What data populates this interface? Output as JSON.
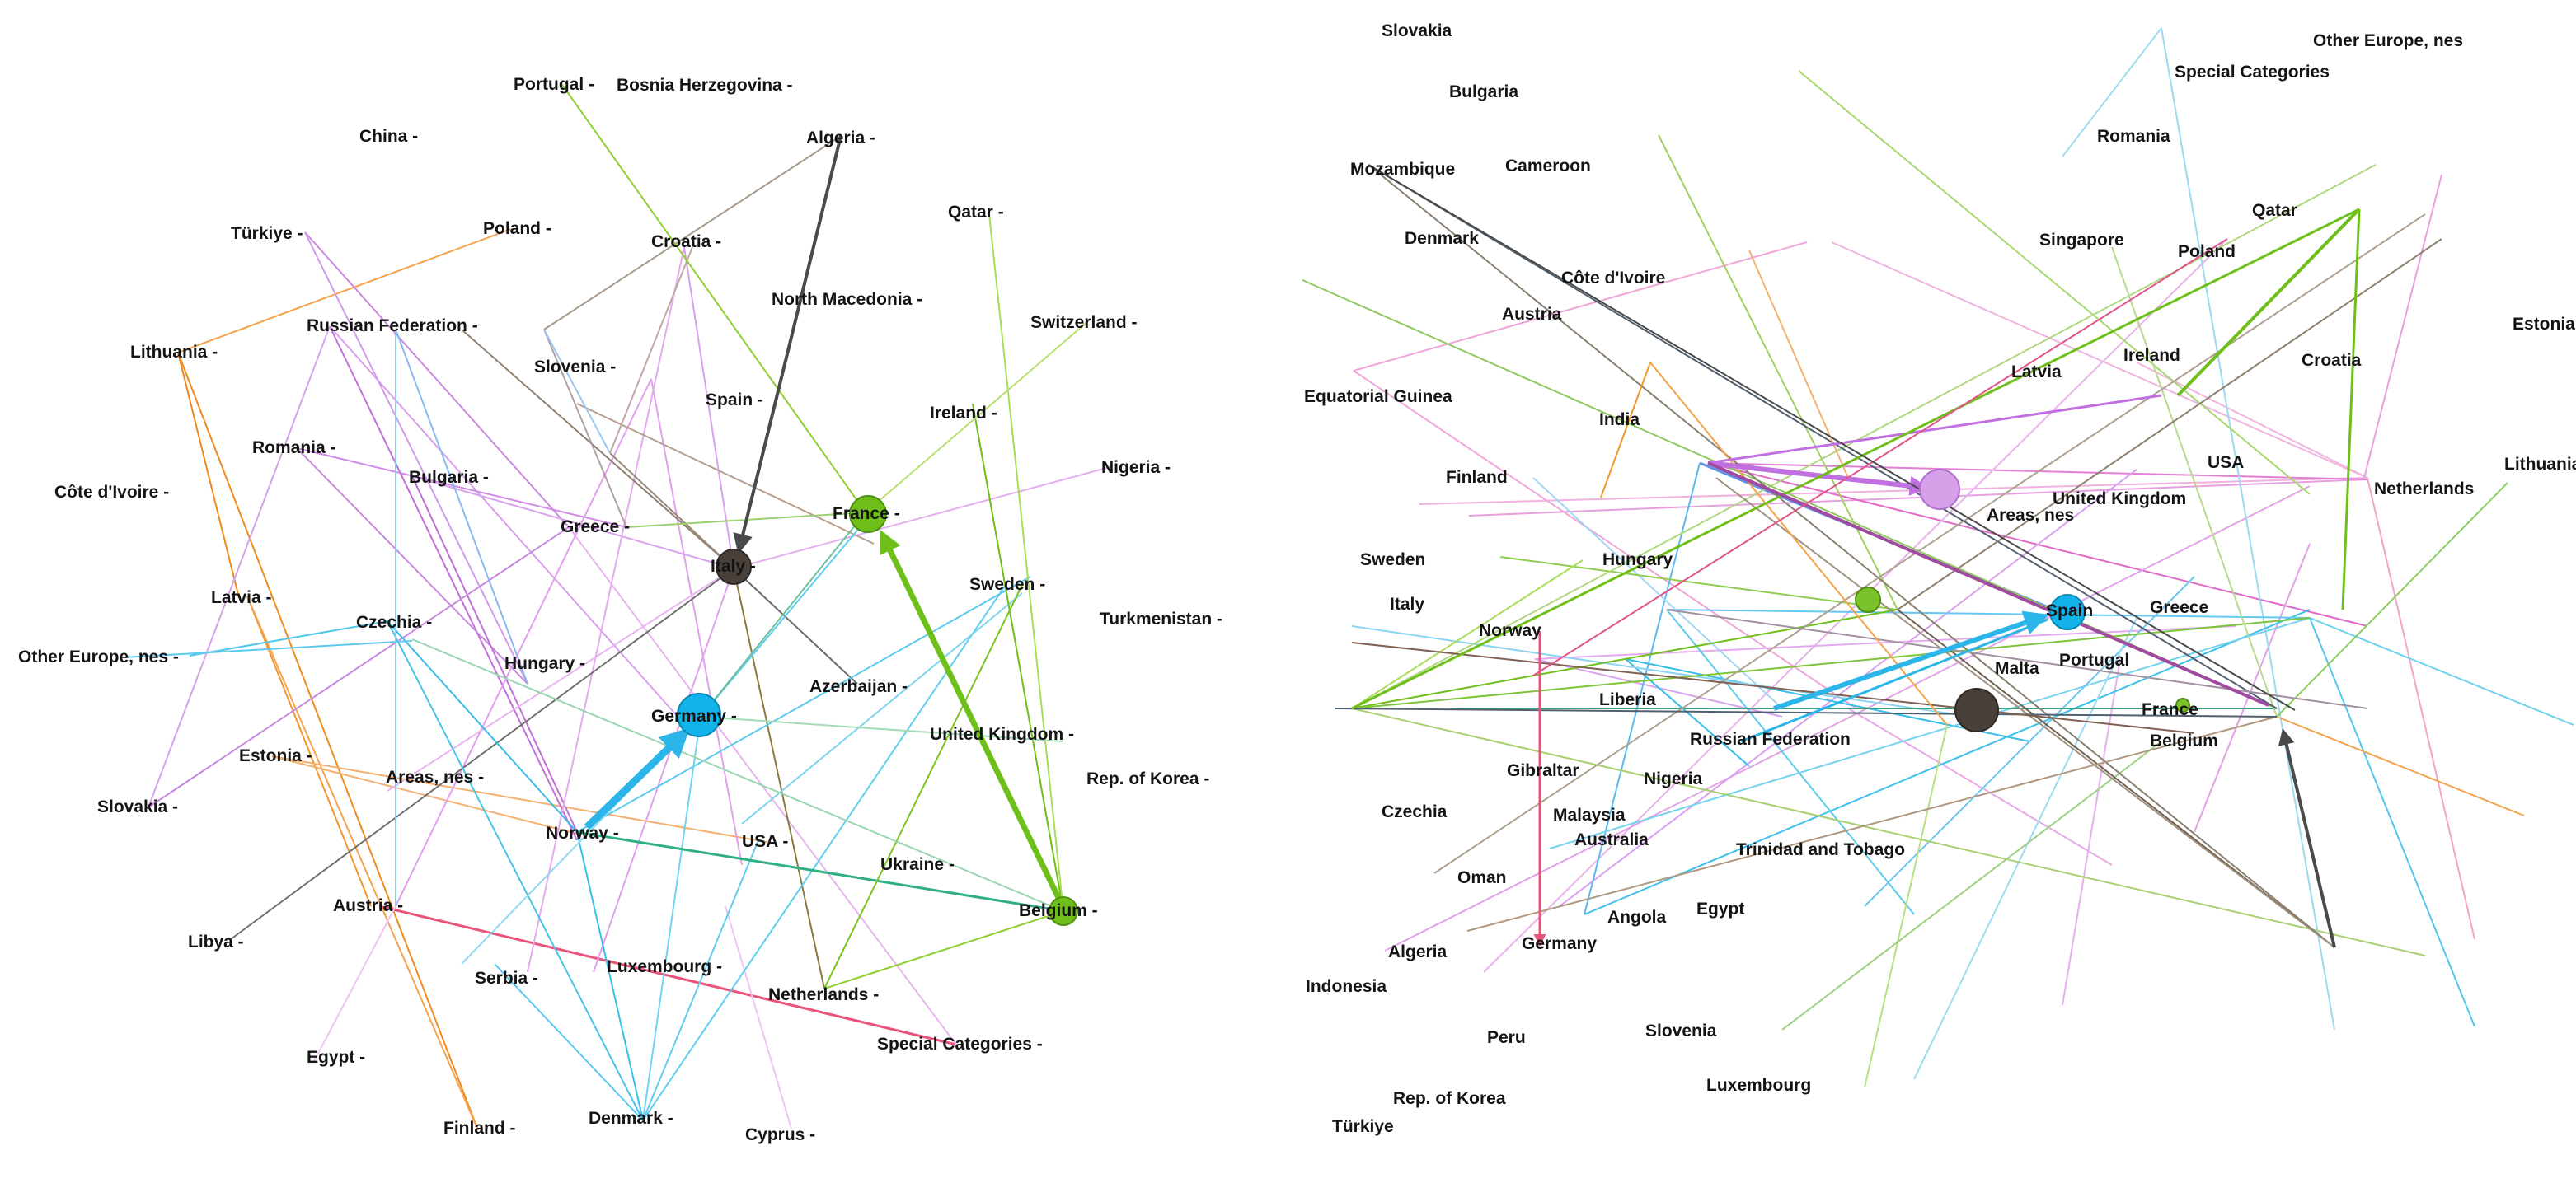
{
  "left_network": {
    "nodes": [
      {
        "id": "Portugal",
        "label": "Portugal -"
      },
      {
        "id": "Bosnia",
        "label": "Bosnia Herzegovina -"
      },
      {
        "id": "China",
        "label": "China -"
      },
      {
        "id": "Algeria",
        "label": "Algeria -"
      },
      {
        "id": "Qatar",
        "label": "Qatar -"
      },
      {
        "id": "Turkiye",
        "label": "Türkiye -"
      },
      {
        "id": "Poland",
        "label": "Poland -"
      },
      {
        "id": "Croatia",
        "label": "Croatia -"
      },
      {
        "id": "NorthMacedonia",
        "label": "North Macedonia -"
      },
      {
        "id": "Switzerland",
        "label": "Switzerland -"
      },
      {
        "id": "Lithuania",
        "label": "Lithuania -"
      },
      {
        "id": "RussianFederation",
        "label": "Russian Federation -"
      },
      {
        "id": "Slovenia",
        "label": "Slovenia -"
      },
      {
        "id": "Spain",
        "label": "Spain -"
      },
      {
        "id": "Ireland",
        "label": "Ireland -"
      },
      {
        "id": "Romania",
        "label": "Romania -"
      },
      {
        "id": "Bulgaria",
        "label": "Bulgaria -"
      },
      {
        "id": "Nigeria",
        "label": "Nigeria -"
      },
      {
        "id": "CotedIvoire",
        "label": "Côte d'Ivoire -"
      },
      {
        "id": "France",
        "label": "France -"
      },
      {
        "id": "Greece",
        "label": "Greece -"
      },
      {
        "id": "Italy",
        "label": "Italy -"
      },
      {
        "id": "Sweden",
        "label": "Sweden -"
      },
      {
        "id": "Latvia",
        "label": "Latvia -"
      },
      {
        "id": "Czechia",
        "label": "Czechia -"
      },
      {
        "id": "Turkmenistan",
        "label": "Turkmenistan -"
      },
      {
        "id": "OtherEurope",
        "label": "Other Europe, nes -"
      },
      {
        "id": "Hungary",
        "label": "Hungary -"
      },
      {
        "id": "Azerbaijan",
        "label": "Azerbaijan -"
      },
      {
        "id": "Germany",
        "label": "Germany -"
      },
      {
        "id": "UnitedKingdom",
        "label": "United Kingdom -"
      },
      {
        "id": "Estonia",
        "label": "Estonia -"
      },
      {
        "id": "AreasNes",
        "label": "Areas, nes -"
      },
      {
        "id": "RepKorea",
        "label": "Rep. of Korea -"
      },
      {
        "id": "Slovakia",
        "label": "Slovakia -"
      },
      {
        "id": "Norway",
        "label": "Norway -"
      },
      {
        "id": "USA",
        "label": "USA -"
      },
      {
        "id": "Ukraine",
        "label": "Ukraine -"
      },
      {
        "id": "Austria",
        "label": "Austria -"
      },
      {
        "id": "Belgium",
        "label": "Belgium -"
      },
      {
        "id": "Libya",
        "label": "Libya -"
      },
      {
        "id": "Luxembourg",
        "label": "Luxembourg -"
      },
      {
        "id": "Serbia",
        "label": "Serbia -"
      },
      {
        "id": "Netherlands",
        "label": "Netherlands -"
      },
      {
        "id": "SpecialCategories",
        "label": "Special Categories -"
      },
      {
        "id": "Egypt",
        "label": "Egypt -"
      },
      {
        "id": "Finland",
        "label": "Finland -"
      },
      {
        "id": "Denmark",
        "label": "Denmark -"
      },
      {
        "id": "Cyprus",
        "label": "Cyprus -"
      }
    ]
  },
  "right_network": {
    "nodes": [
      {
        "id": "Slovakia",
        "label": "Slovakia"
      },
      {
        "id": "OtherEurope",
        "label": "Other Europe, nes"
      },
      {
        "id": "SpecialCategories",
        "label": "Special Categories"
      },
      {
        "id": "Bulgaria",
        "label": "Bulgaria"
      },
      {
        "id": "Romania",
        "label": "Romania"
      },
      {
        "id": "Cameroon",
        "label": "Cameroon"
      },
      {
        "id": "Mozambique",
        "label": "Mozambique"
      },
      {
        "id": "Qatar",
        "label": "Qatar"
      },
      {
        "id": "Singapore",
        "label": "Singapore"
      },
      {
        "id": "Denmark",
        "label": "Denmark"
      },
      {
        "id": "Poland",
        "label": "Poland"
      },
      {
        "id": "CotedIvoire",
        "label": "Côte d'Ivoire"
      },
      {
        "id": "Austria",
        "label": "Austria"
      },
      {
        "id": "Estonia",
        "label": "Estonia"
      },
      {
        "id": "Ireland",
        "label": "Ireland"
      },
      {
        "id": "Croatia",
        "label": "Croatia"
      },
      {
        "id": "Latvia",
        "label": "Latvia"
      },
      {
        "id": "EquatorialGuinea",
        "label": "Equatorial Guinea"
      },
      {
        "id": "India",
        "label": "India"
      },
      {
        "id": "USA",
        "label": "USA"
      },
      {
        "id": "Lithuania",
        "label": "Lithuania"
      },
      {
        "id": "Netherlands",
        "label": "Netherlands"
      },
      {
        "id": "Finland",
        "label": "Finland"
      },
      {
        "id": "UnitedKingdom",
        "label": "United Kingdom"
      },
      {
        "id": "AreasNes",
        "label": "Areas, nes"
      },
      {
        "id": "Hungary",
        "label": "Hungary"
      },
      {
        "id": "Sweden",
        "label": "Sweden"
      },
      {
        "id": "Greece",
        "label": "Greece"
      },
      {
        "id": "Italy",
        "label": "Italy"
      },
      {
        "id": "Spain",
        "label": "Spain"
      },
      {
        "id": "Norway",
        "label": "Norway"
      },
      {
        "id": "Portugal",
        "label": "Portugal"
      },
      {
        "id": "Malta",
        "label": "Malta"
      },
      {
        "id": "Liberia",
        "label": "Liberia"
      },
      {
        "id": "France",
        "label": "France"
      },
      {
        "id": "Belgium",
        "label": "Belgium"
      },
      {
        "id": "RussianFederation",
        "label": "Russian Federation"
      },
      {
        "id": "Nigeria",
        "label": "Nigeria"
      },
      {
        "id": "Gibraltar",
        "label": "Gibraltar"
      },
      {
        "id": "Malaysia",
        "label": "Malaysia"
      },
      {
        "id": "Czechia",
        "label": "Czechia"
      },
      {
        "id": "Australia",
        "label": "Australia"
      },
      {
        "id": "TrinidadTobago",
        "label": "Trinidad and Tobago"
      },
      {
        "id": "Oman",
        "label": "Oman"
      },
      {
        "id": "Angola",
        "label": "Angola"
      },
      {
        "id": "Egypt",
        "label": "Egypt"
      },
      {
        "id": "Algeria",
        "label": "Algeria"
      },
      {
        "id": "Germany",
        "label": "Germany"
      },
      {
        "id": "Indonesia",
        "label": "Indonesia"
      },
      {
        "id": "Slovenia",
        "label": "Slovenia"
      },
      {
        "id": "Peru",
        "label": "Peru"
      },
      {
        "id": "Luxembourg",
        "label": "Luxembourg"
      },
      {
        "id": "RepKorea",
        "label": "Rep. of Korea"
      },
      {
        "id": "Turkiye",
        "label": "Türkiye"
      }
    ]
  }
}
